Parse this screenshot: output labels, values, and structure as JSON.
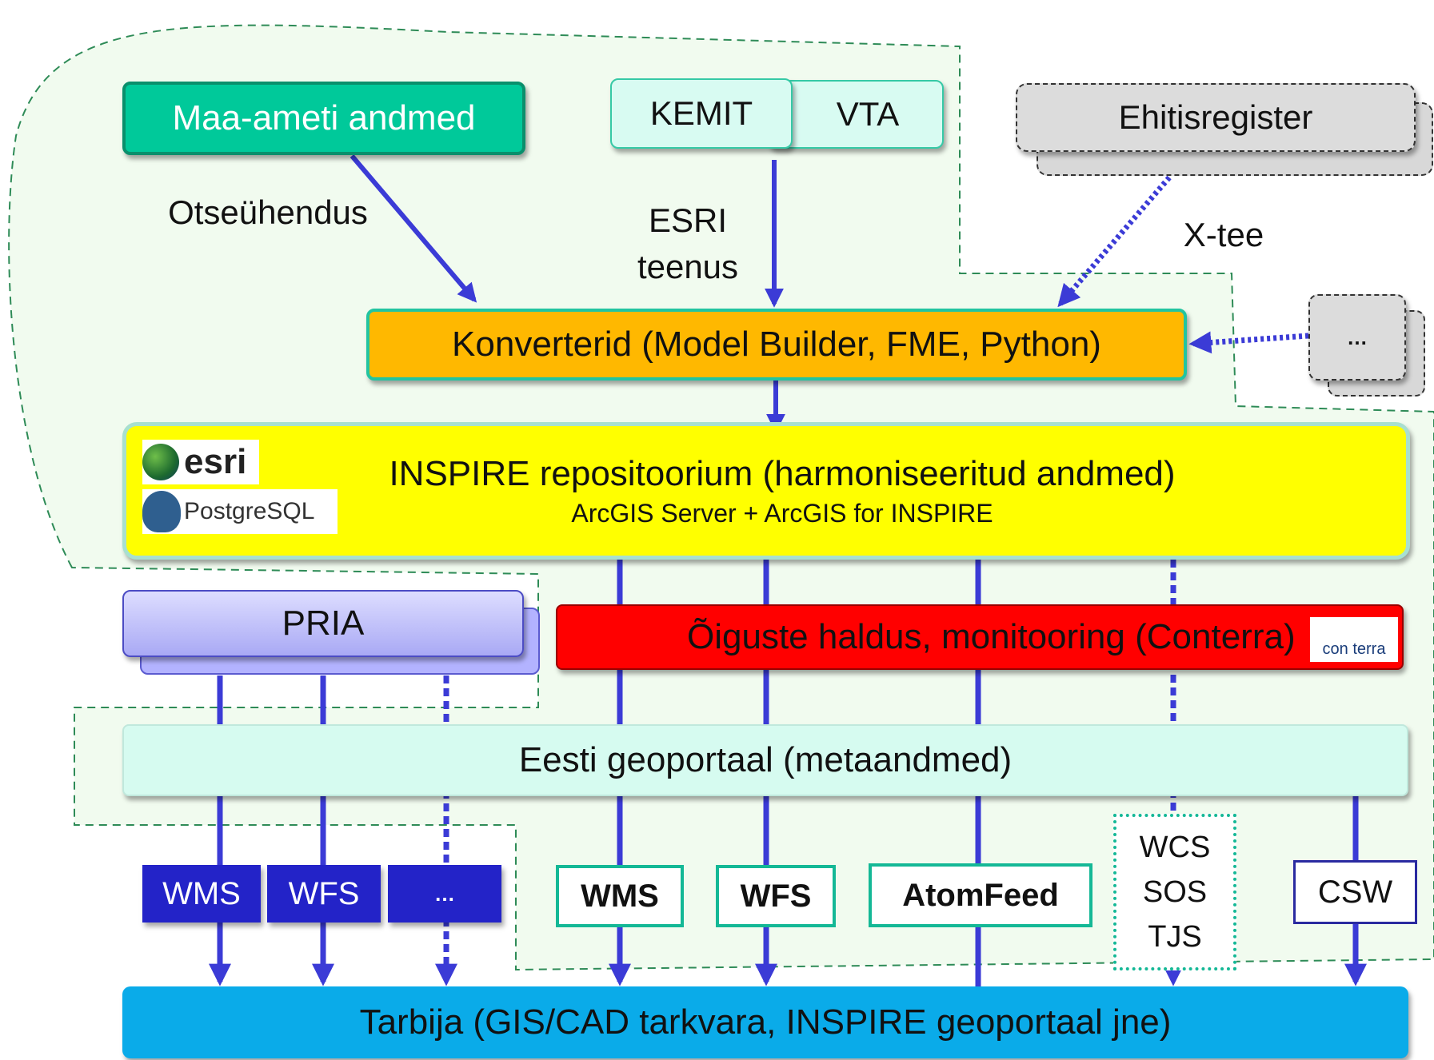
{
  "sources": {
    "maaamet": "Maa-ameti andmed",
    "kemit": "KEMIT",
    "vta": "VTA",
    "ehitisregister": "Ehitisregister",
    "other": "…"
  },
  "connections": {
    "otseyhendus": "Otseühendus",
    "esri_line1": "ESRI",
    "esri_line2": "teenus",
    "xtee": "X-tee"
  },
  "converters": "Konverterid (Model Builder, FME, Python)",
  "repository": {
    "title": "INSPIRE repositoorium (harmoniseeritud andmed)",
    "subtitle": "ArcGIS Server + ArcGIS for INSPIRE",
    "esri_logo": "esri",
    "postgres_logo": "PostgreSQL"
  },
  "pria": "PRIA",
  "rights": {
    "label": "Õiguste haldus, monitooring (Conterra)",
    "logo": "con terra"
  },
  "geoportal": "Eesti geoportaal (metaandmed)",
  "pria_services": [
    "WMS",
    "WFS",
    "…"
  ],
  "services": {
    "wms": "WMS",
    "wfs": "WFS",
    "atom": "AtomFeed",
    "extra": [
      "WCS",
      "SOS",
      "TJS"
    ],
    "csw": "CSW"
  },
  "consumer": "Tarbija (GIS/CAD tarkvara, INSPIRE geoportaal jne)",
  "colors": {
    "arrow": "#3b3bd6",
    "maaamet": "#00c99a",
    "kemit": "#d8fbf2",
    "converters": "#ffb800",
    "repository": "#ffff00",
    "pria": "#b3b3ff",
    "rights": "#ff0000",
    "geoportal": "#d6fbf0",
    "pria_service": "#2323c8",
    "service_border": "#14b896",
    "csw_border": "#2a2aa0",
    "consumer": "#0aabe9",
    "zone_border": "#2e8b57",
    "zone_fill": "#f1fbef"
  }
}
